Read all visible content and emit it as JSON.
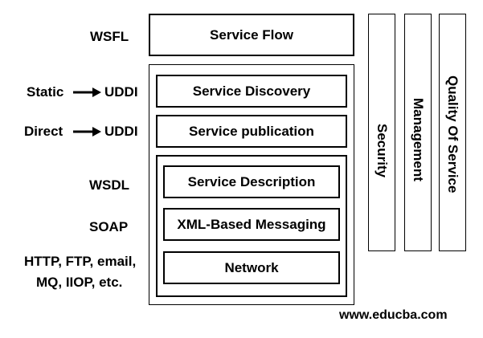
{
  "left_labels": {
    "wsfl": "WSFL",
    "static": "Static",
    "uddi_1": "UDDI",
    "direct": "Direct",
    "uddi_2": "UDDI",
    "wsdl": "WSDL",
    "soap": "SOAP",
    "transport_line1": "HTTP, FTP, email,",
    "transport_line2": "MQ, IIOP, etc."
  },
  "stack": {
    "service_flow": "Service Flow",
    "service_discovery": "Service Discovery",
    "service_publication": "Service publication",
    "service_description": "Service Description",
    "xml_messaging": "XML-Based Messaging",
    "network": "Network"
  },
  "vertical": {
    "security": "Security",
    "management": "Management",
    "quality_of_service": "Quality Of Service"
  },
  "footer": {
    "url": "www.educba.com"
  },
  "colors": {
    "stroke": "#000000",
    "background": "#ffffff"
  }
}
